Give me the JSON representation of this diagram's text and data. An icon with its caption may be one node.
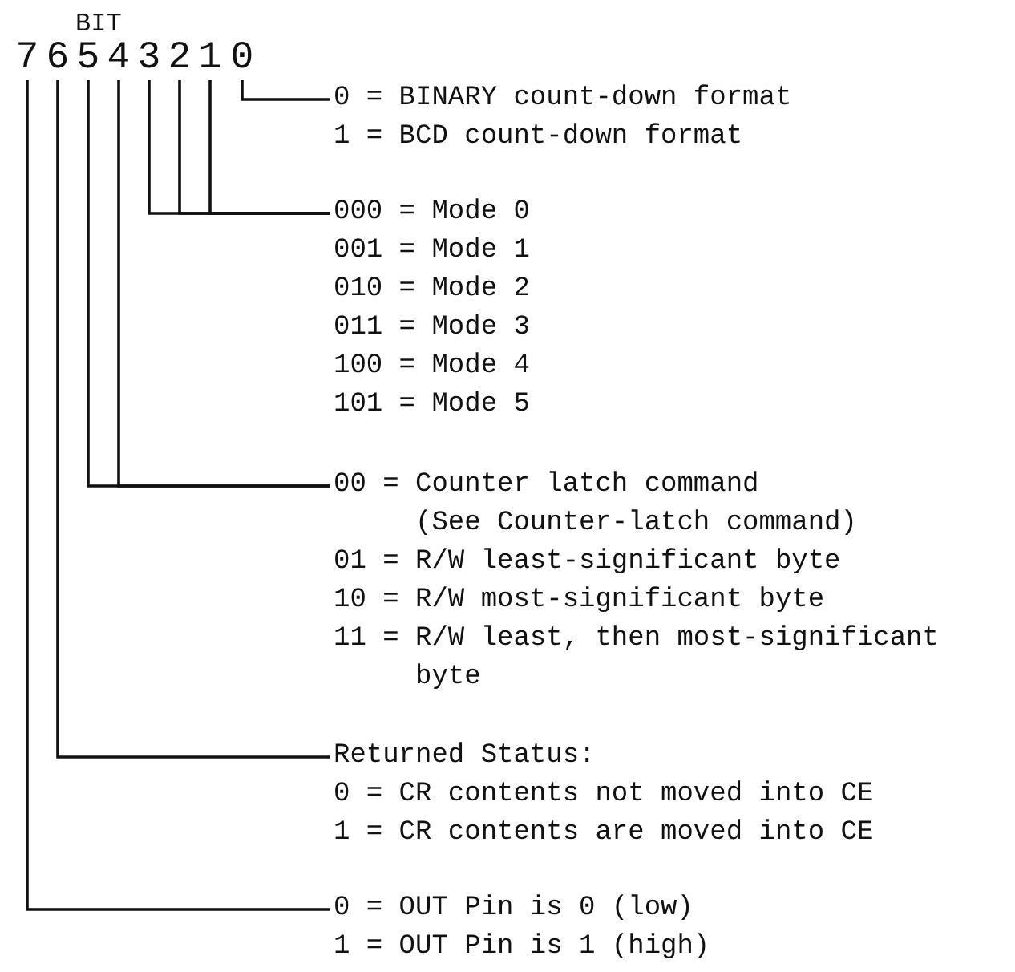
{
  "diagram": {
    "nodes": [
      {
        "text": [
          "7"
        ]
      },
      {
        "text": [
          "6"
        ]
      },
      {
        "text": [
          "5"
        ]
      },
      {
        "text": [
          "4"
        ]
      },
      {
        "text": [
          "3"
        ]
      },
      {
        "text": [
          "2"
        ]
      },
      {
        "text": [
          "1"
        ]
      },
      {
        "text": [
          "0"
        ]
      },
      {
        "text": [
          "0 = BINARY count-down format",
          "1 = BCD count-down format"
        ]
      },
      {
        "text": [
          "000 = Mode 0",
          "001 = Mode 1",
          "010 = Mode 2",
          "011 = Mode 3",
          "100 = Mode 4",
          "101 = Mode 5"
        ]
      },
      {
        "text": [
          "00 = Counter latch command",
          "(See Counter-latch command)",
          "01 = R/W least-significant byte",
          "10 = R/W most-significant byte",
          "11 = R/W least, then most-significant byte"
        ]
      },
      {
        "text": [
          "Returned Status:",
          "0 = CR contents not moved into CE",
          "1 = CR contents are moved into CE"
        ]
      },
      {
        "text": [
          "0 = OUT Pin is 0 (low)",
          "1 = OUT Pin is 1 (high)"
        ]
      }
    ],
    "edges": [
      {
        "from": 7,
        "to": 8,
        "arrow": "none"
      },
      {
        "from": 6,
        "to": 9,
        "arrow": "none"
      },
      {
        "from": 5,
        "to": 9,
        "arrow": "none"
      },
      {
        "from": 4,
        "to": 9,
        "arrow": "none"
      },
      {
        "from": 3,
        "to": 10,
        "arrow": "none"
      },
      {
        "from": 2,
        "to": 10,
        "arrow": "none"
      },
      {
        "from": 1,
        "to": 11,
        "arrow": "none"
      },
      {
        "from": 0,
        "to": 12,
        "arrow": "none"
      }
    ],
    "labels": [
      "BIT"
    ]
  }
}
